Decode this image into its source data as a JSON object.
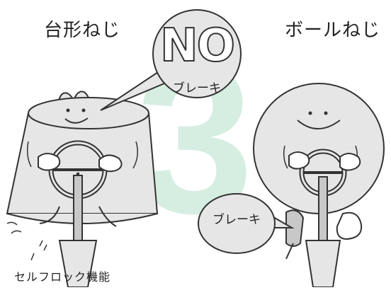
{
  "titles": {
    "left": "台形ねじ",
    "right": "ボールねじ"
  },
  "big_number": "3",
  "bubble_no": {
    "main": "NO",
    "sub": "ブレーキ"
  },
  "bubble_brake": {
    "text": "ブレーキ"
  },
  "caption": "セルフロック機能",
  "colors": {
    "accent_green": "#d6eee1",
    "line": "#333333",
    "fill_light": "#e6e6e6",
    "fill_mid": "#c8c8c8"
  }
}
